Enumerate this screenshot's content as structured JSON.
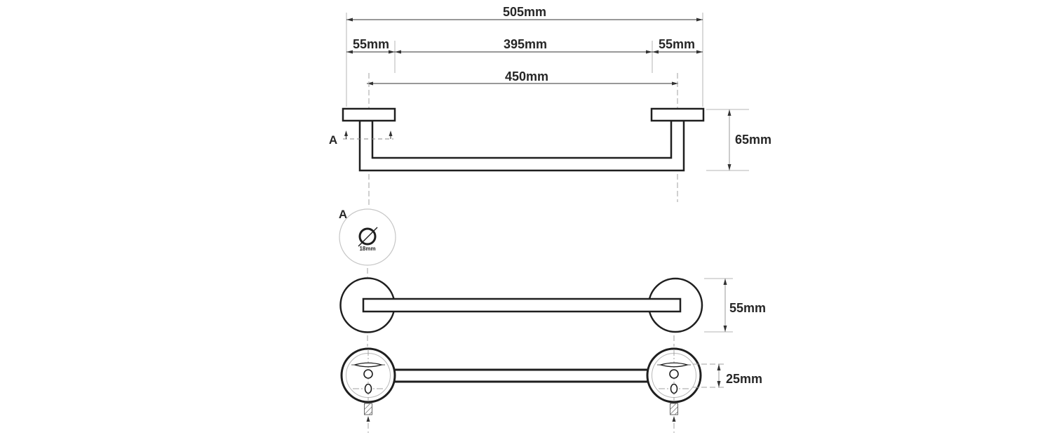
{
  "drawing": {
    "labels": {
      "overall_length": "505mm",
      "left_end_offset": "55mm",
      "between_mounts": "395mm",
      "right_end_offset": "55mm",
      "mount_centers": "450mm",
      "bracket_height": "65mm",
      "section_mark": "A",
      "detail_mark": "A",
      "tube_diameter": "18mm",
      "rose_diameter": "55mm",
      "bar_depth": "25mm"
    }
  },
  "colors": {
    "line": "#1f1f1f",
    "dim": "#333333",
    "ext": "#b5b5b5",
    "center": "#a0a0a0",
    "detail": "#c6c6c6",
    "text": "#262626",
    "bg": "#ffffff"
  }
}
